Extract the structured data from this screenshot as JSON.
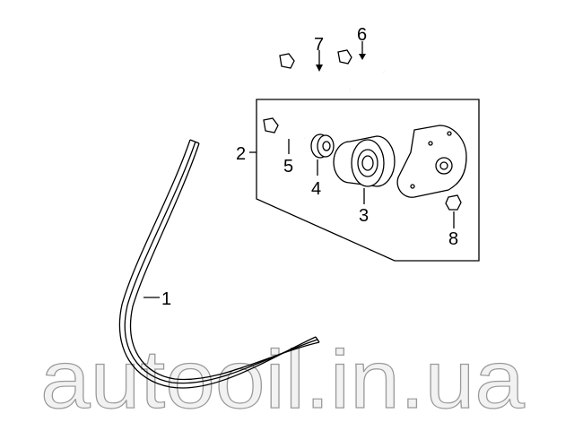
{
  "diagram": {
    "callouts": [
      {
        "number": "1",
        "part": "drive-belt"
      },
      {
        "number": "2",
        "part": "tensioner-assembly"
      },
      {
        "number": "3",
        "part": "idler-pulley"
      },
      {
        "number": "4",
        "part": "cover"
      },
      {
        "number": "5",
        "part": "bolt"
      },
      {
        "number": "6",
        "part": "bolt"
      },
      {
        "number": "7",
        "part": "bolt"
      },
      {
        "number": "8",
        "part": "nut"
      }
    ],
    "watermark": "autooil.in.ua"
  }
}
